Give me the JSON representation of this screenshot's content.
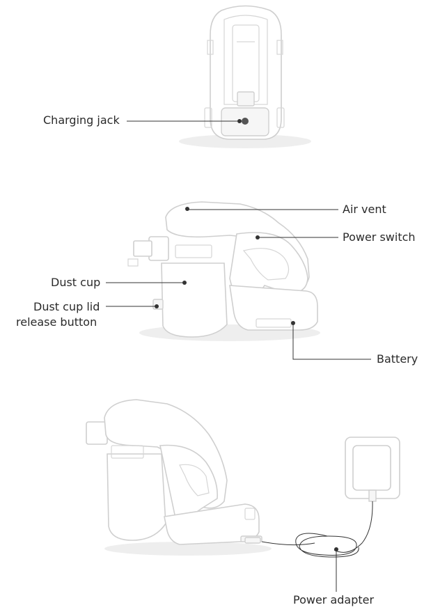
{
  "labels": {
    "charging_jack": "Charging jack",
    "air_vent": "Air vent",
    "power_switch": "Power switch",
    "dust_cup": "Dust cup",
    "dust_cup_lid_line1": "Dust cup lid",
    "dust_cup_lid_line2": "release button",
    "battery": "Battery",
    "power_adapter": "Power adapter"
  }
}
